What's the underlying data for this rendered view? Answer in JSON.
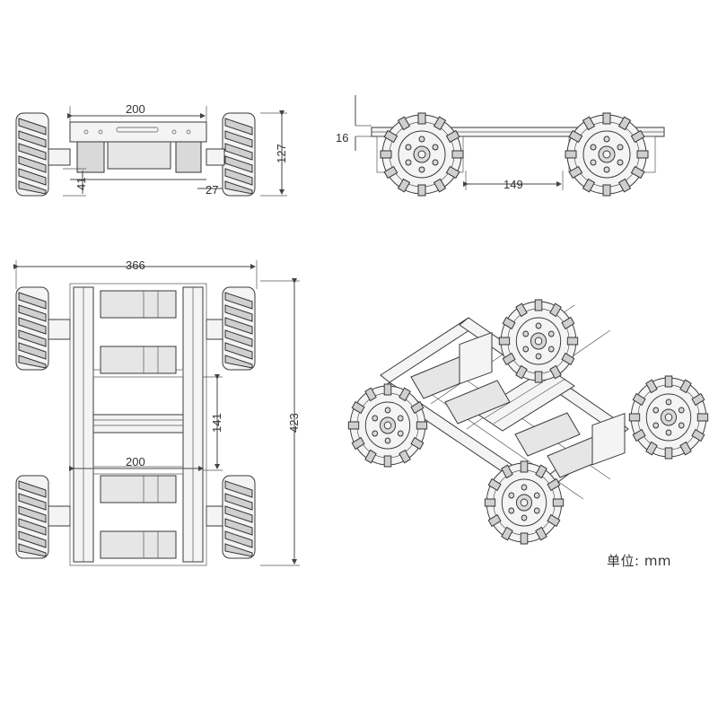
{
  "dimensions": {
    "front_width": "200",
    "front_height": "127",
    "front_offset_41": "41",
    "front_offset_27": "27",
    "side_clearance": "16",
    "side_wheelbase": "149",
    "top_overall_width": "366",
    "top_inner_width": "200",
    "top_inner_length": "141",
    "top_overall_length": "423"
  },
  "unit_label": "单位:  mm",
  "colors": {
    "line": "#444444",
    "fill": "#f4f4f4",
    "text": "#333333"
  }
}
